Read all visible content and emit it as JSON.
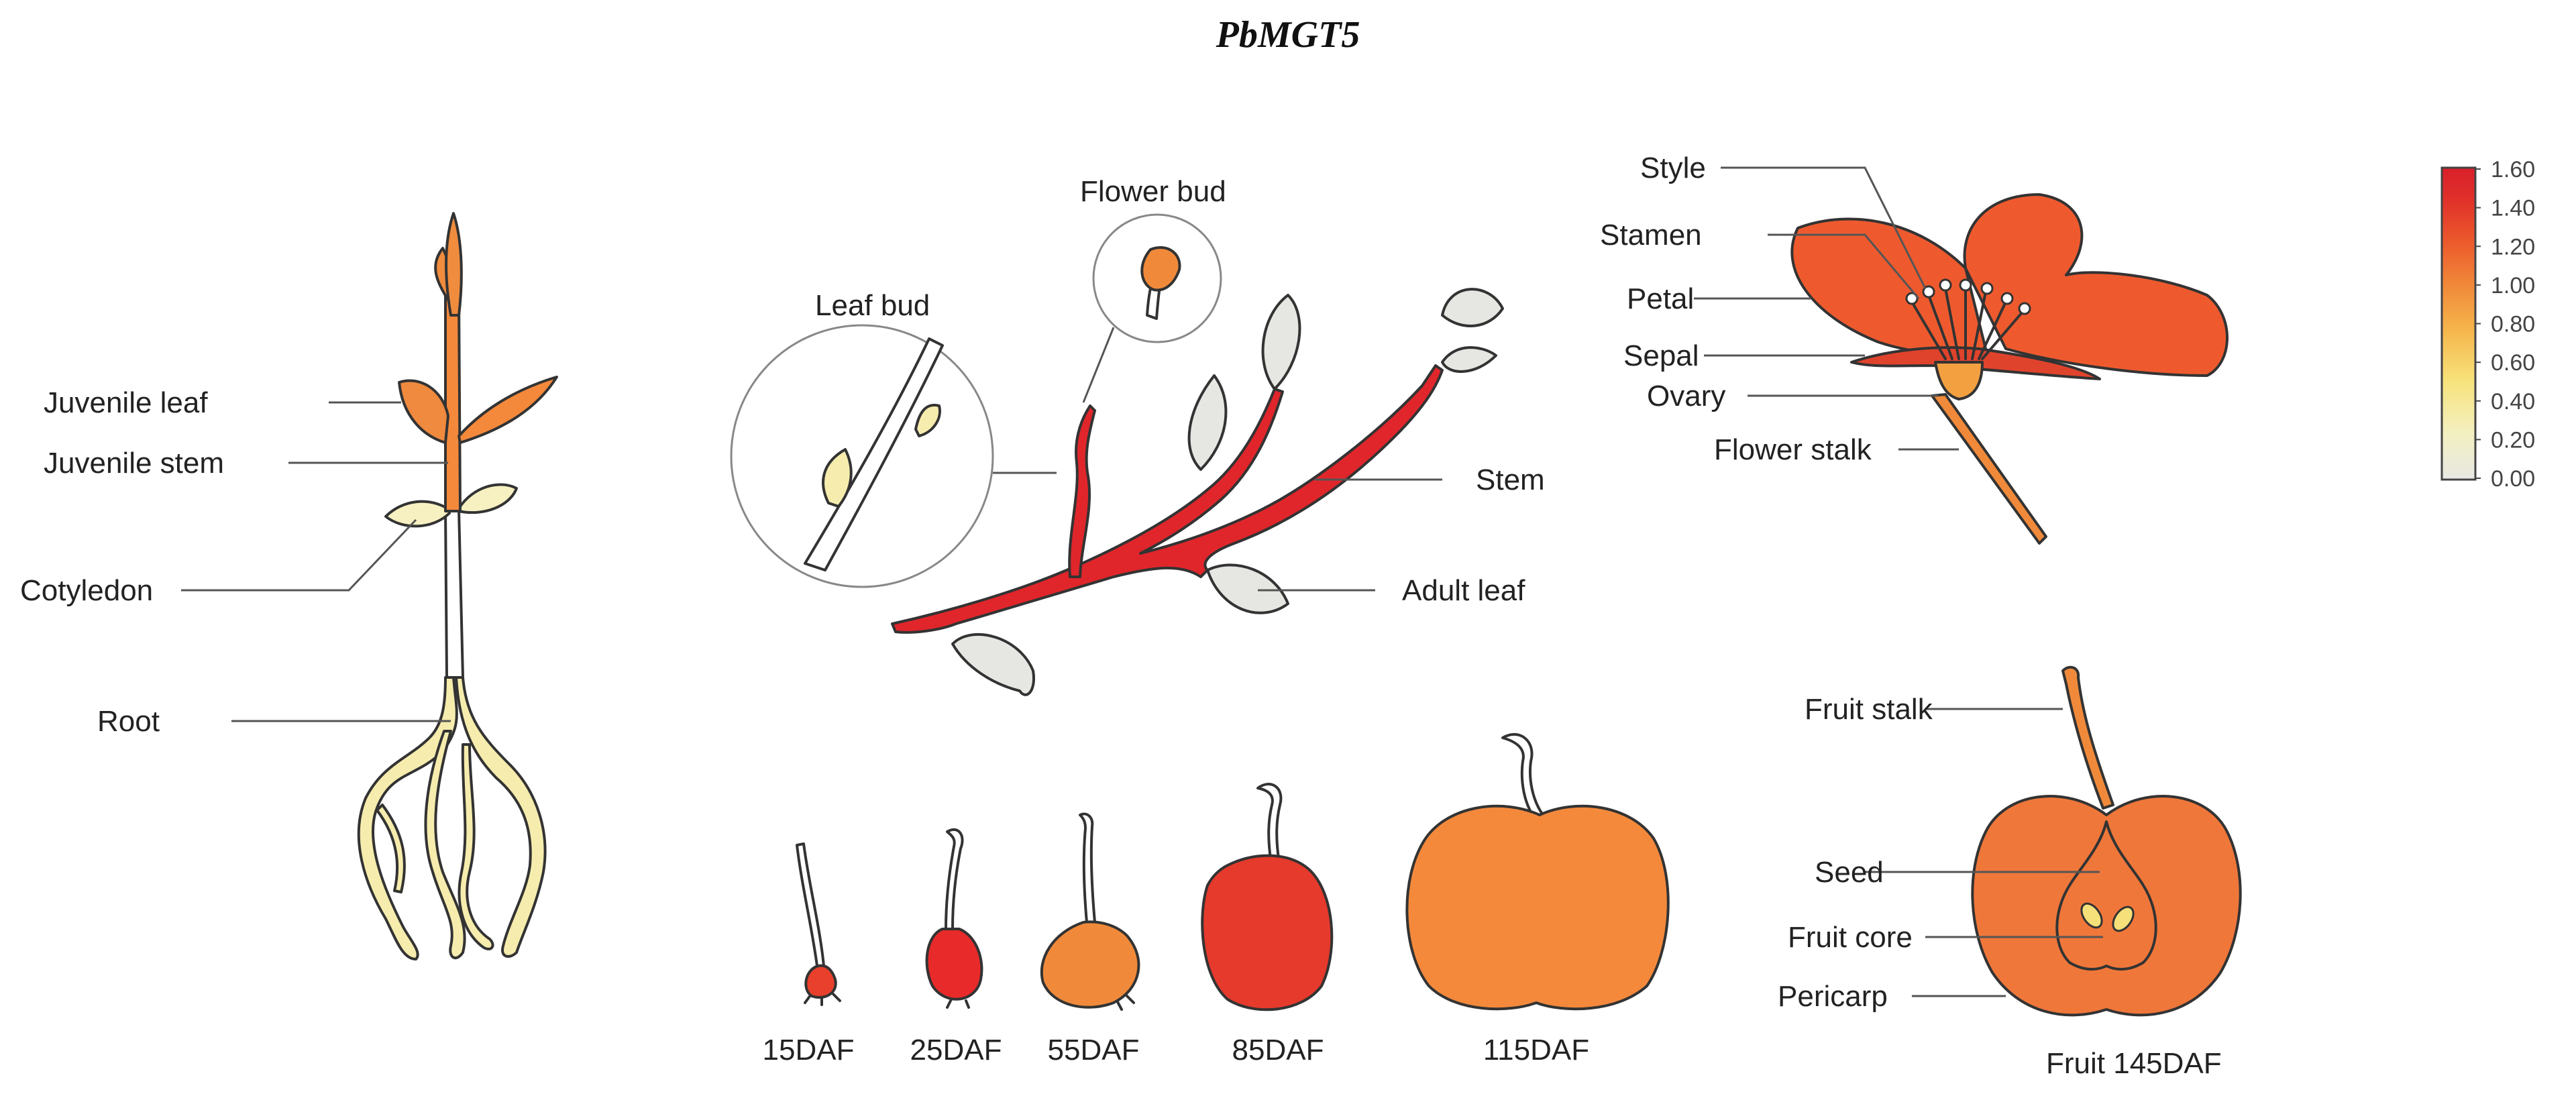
{
  "title": "PbMGT5",
  "colorbar": {
    "ticks": [
      "1.60",
      "1.40",
      "1.20",
      "1.00",
      "0.80",
      "0.60",
      "0.40",
      "0.20",
      "0.00"
    ],
    "colors": [
      "#e8e8e4",
      "#f3f0c0",
      "#f7e27a",
      "#f6b54c",
      "#f08a3a",
      "#ec5a2c",
      "#e0302a",
      "#d81f2a"
    ]
  },
  "seedling": {
    "labels": {
      "juvenile_leaf": "Juvenile leaf",
      "juvenile_stem": "Juvenile stem",
      "cotyledon": "Cotyledon",
      "root": "Root"
    }
  },
  "branch": {
    "labels": {
      "flower_bud": "Flower bud",
      "leaf_bud": "Leaf bud",
      "stem": "Stem",
      "adult_leaf": "Adult leaf"
    }
  },
  "flower": {
    "labels": {
      "style": "Style",
      "stamen": "Stamen",
      "petal": "Petal",
      "sepal": "Sepal",
      "ovary": "Ovary",
      "flower_stalk": "Flower stalk"
    }
  },
  "fruit_stages": {
    "labels": [
      "15DAF",
      "25DAF",
      "55DAF",
      "85DAF",
      "115DAF"
    ]
  },
  "mature_fruit": {
    "labels": {
      "fruit_stalk": "Fruit stalk",
      "seed": "Seed",
      "fruit_core": "Fruit core",
      "pericarp": "Pericarp",
      "caption": "Fruit 145DAF"
    }
  }
}
